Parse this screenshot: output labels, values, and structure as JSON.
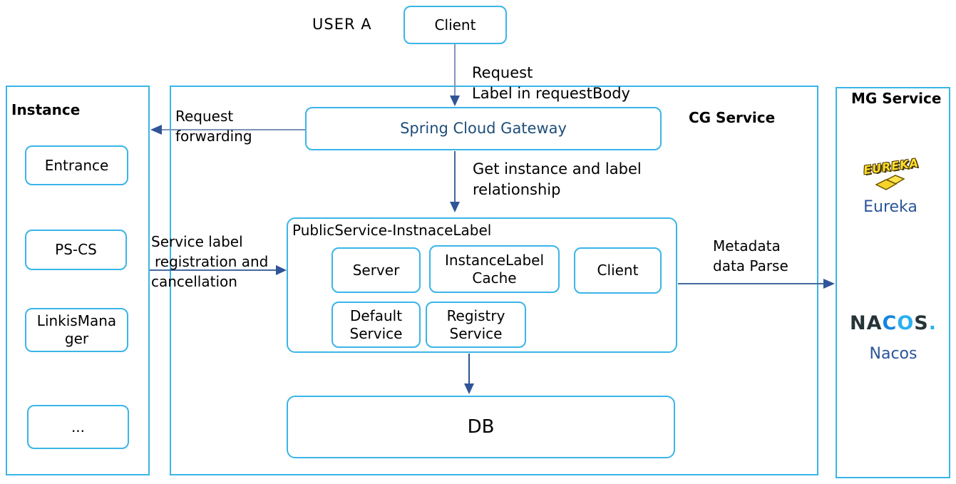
{
  "top": {
    "user_label": "USER A",
    "client_box": "Client"
  },
  "instance_panel": {
    "title": "Instance",
    "items": [
      "Entrance",
      "PS-CS",
      "LinkisManager",
      "..."
    ]
  },
  "cg_panel": {
    "title": "CG Service",
    "gateway_label": "Spring Cloud Gateway",
    "public_service": {
      "title": "PublicService-InstnaceLabel",
      "server": "Server",
      "cache": "InstanceLabel Cache",
      "client": "Client",
      "default_service": "Default Service",
      "registry_service": "Registry Service"
    },
    "db_label": "DB"
  },
  "mg_panel": {
    "title": "MG Service",
    "eureka": {
      "logo_text": "EUREKA",
      "caption": "Eureka"
    },
    "nacos": {
      "logo_na": "NA",
      "logo_c": "C",
      "logo_o": "O",
      "logo_s": "S",
      "logo_dot": ".",
      "caption": "Nacos"
    }
  },
  "arrows": {
    "client_to_gateway": {
      "line1": "Request",
      "line2": "Label in requestBody"
    },
    "gateway_to_instance": {
      "line1": "Request",
      "line2": "forwarding"
    },
    "gateway_to_publicservice": {
      "line1": "Get instance and label",
      "line2": "relationship"
    },
    "instance_to_publicservice": {
      "line1": "Service label",
      "line2": "registration and",
      "line3": "cancellation"
    },
    "publicservice_to_mg": {
      "line1": "Metadata",
      "line2": "data Parse"
    }
  },
  "colors": {
    "box_border": "#3ab5e8",
    "arrow_line": "#44689d",
    "arrow_head": "#2f5597",
    "gateway_text": "#1f4e79",
    "caption_blue": "#2a5598",
    "eureka_yellow": "#ffdf2b",
    "nacos_blue_dark": "#1585e0",
    "nacos_blue_light": "#29b0f0",
    "nacos_dark": "#263339"
  }
}
